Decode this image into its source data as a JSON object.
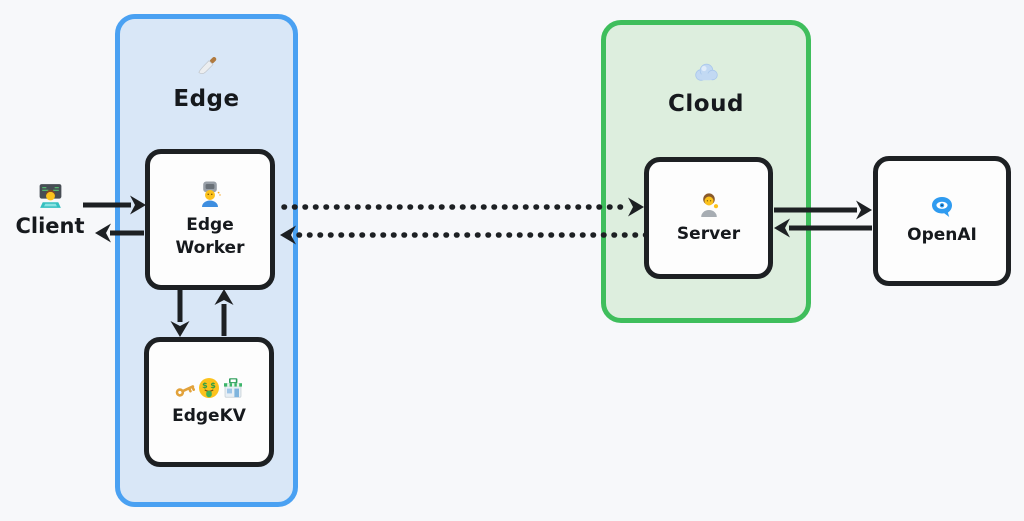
{
  "canvas": {
    "background": "#f7f8fa"
  },
  "regions": {
    "edge": {
      "label": "Edge",
      "icon": "knife-icon",
      "emoji": "🔪",
      "border_color": "#4aa1f2",
      "fill_color": "#d9e7f7"
    },
    "cloud": {
      "label": "Cloud",
      "icon": "cloud-icon",
      "emoji": "☁️",
      "border_color": "#3fbe5c",
      "fill_color": "#ddeede"
    }
  },
  "nodes": {
    "client": {
      "label": "Client",
      "icon": "technologist-icon",
      "emoji": "🧑‍💻"
    },
    "edge_worker": {
      "label": "Edge Worker",
      "icon": "factory-worker-icon",
      "emoji": "🧑‍🏭",
      "region": "edge"
    },
    "edgekv": {
      "label": "EdgeKV",
      "icons": [
        "key-icon",
        "money-mouth-icon",
        "convenience-store-icon"
      ],
      "emoji": "🔑🤑🏪",
      "region": "edge"
    },
    "server": {
      "label": "Server",
      "icon": "person-tipping-hand-icon",
      "emoji": "💁",
      "region": "cloud"
    },
    "openai": {
      "label": "OpenAI",
      "icon": "eye-in-speech-bubble-icon",
      "emoji": "👁️‍🗨️"
    }
  },
  "connections": [
    {
      "from": "client",
      "to": "edge_worker",
      "style": "solid"
    },
    {
      "from": "edge_worker",
      "to": "client",
      "style": "solid"
    },
    {
      "from": "edge_worker",
      "to": "server",
      "style": "dotted"
    },
    {
      "from": "server",
      "to": "edge_worker",
      "style": "dotted"
    },
    {
      "from": "edge_worker",
      "to": "edgekv",
      "style": "solid"
    },
    {
      "from": "edgekv",
      "to": "edge_worker",
      "style": "solid"
    },
    {
      "from": "server",
      "to": "openai",
      "style": "solid"
    },
    {
      "from": "openai",
      "to": "server",
      "style": "solid"
    }
  ],
  "colors": {
    "arrow": "#1d2023",
    "node_border": "#1d2023",
    "node_fill": "#fdfdfd",
    "text": "#16191d"
  }
}
